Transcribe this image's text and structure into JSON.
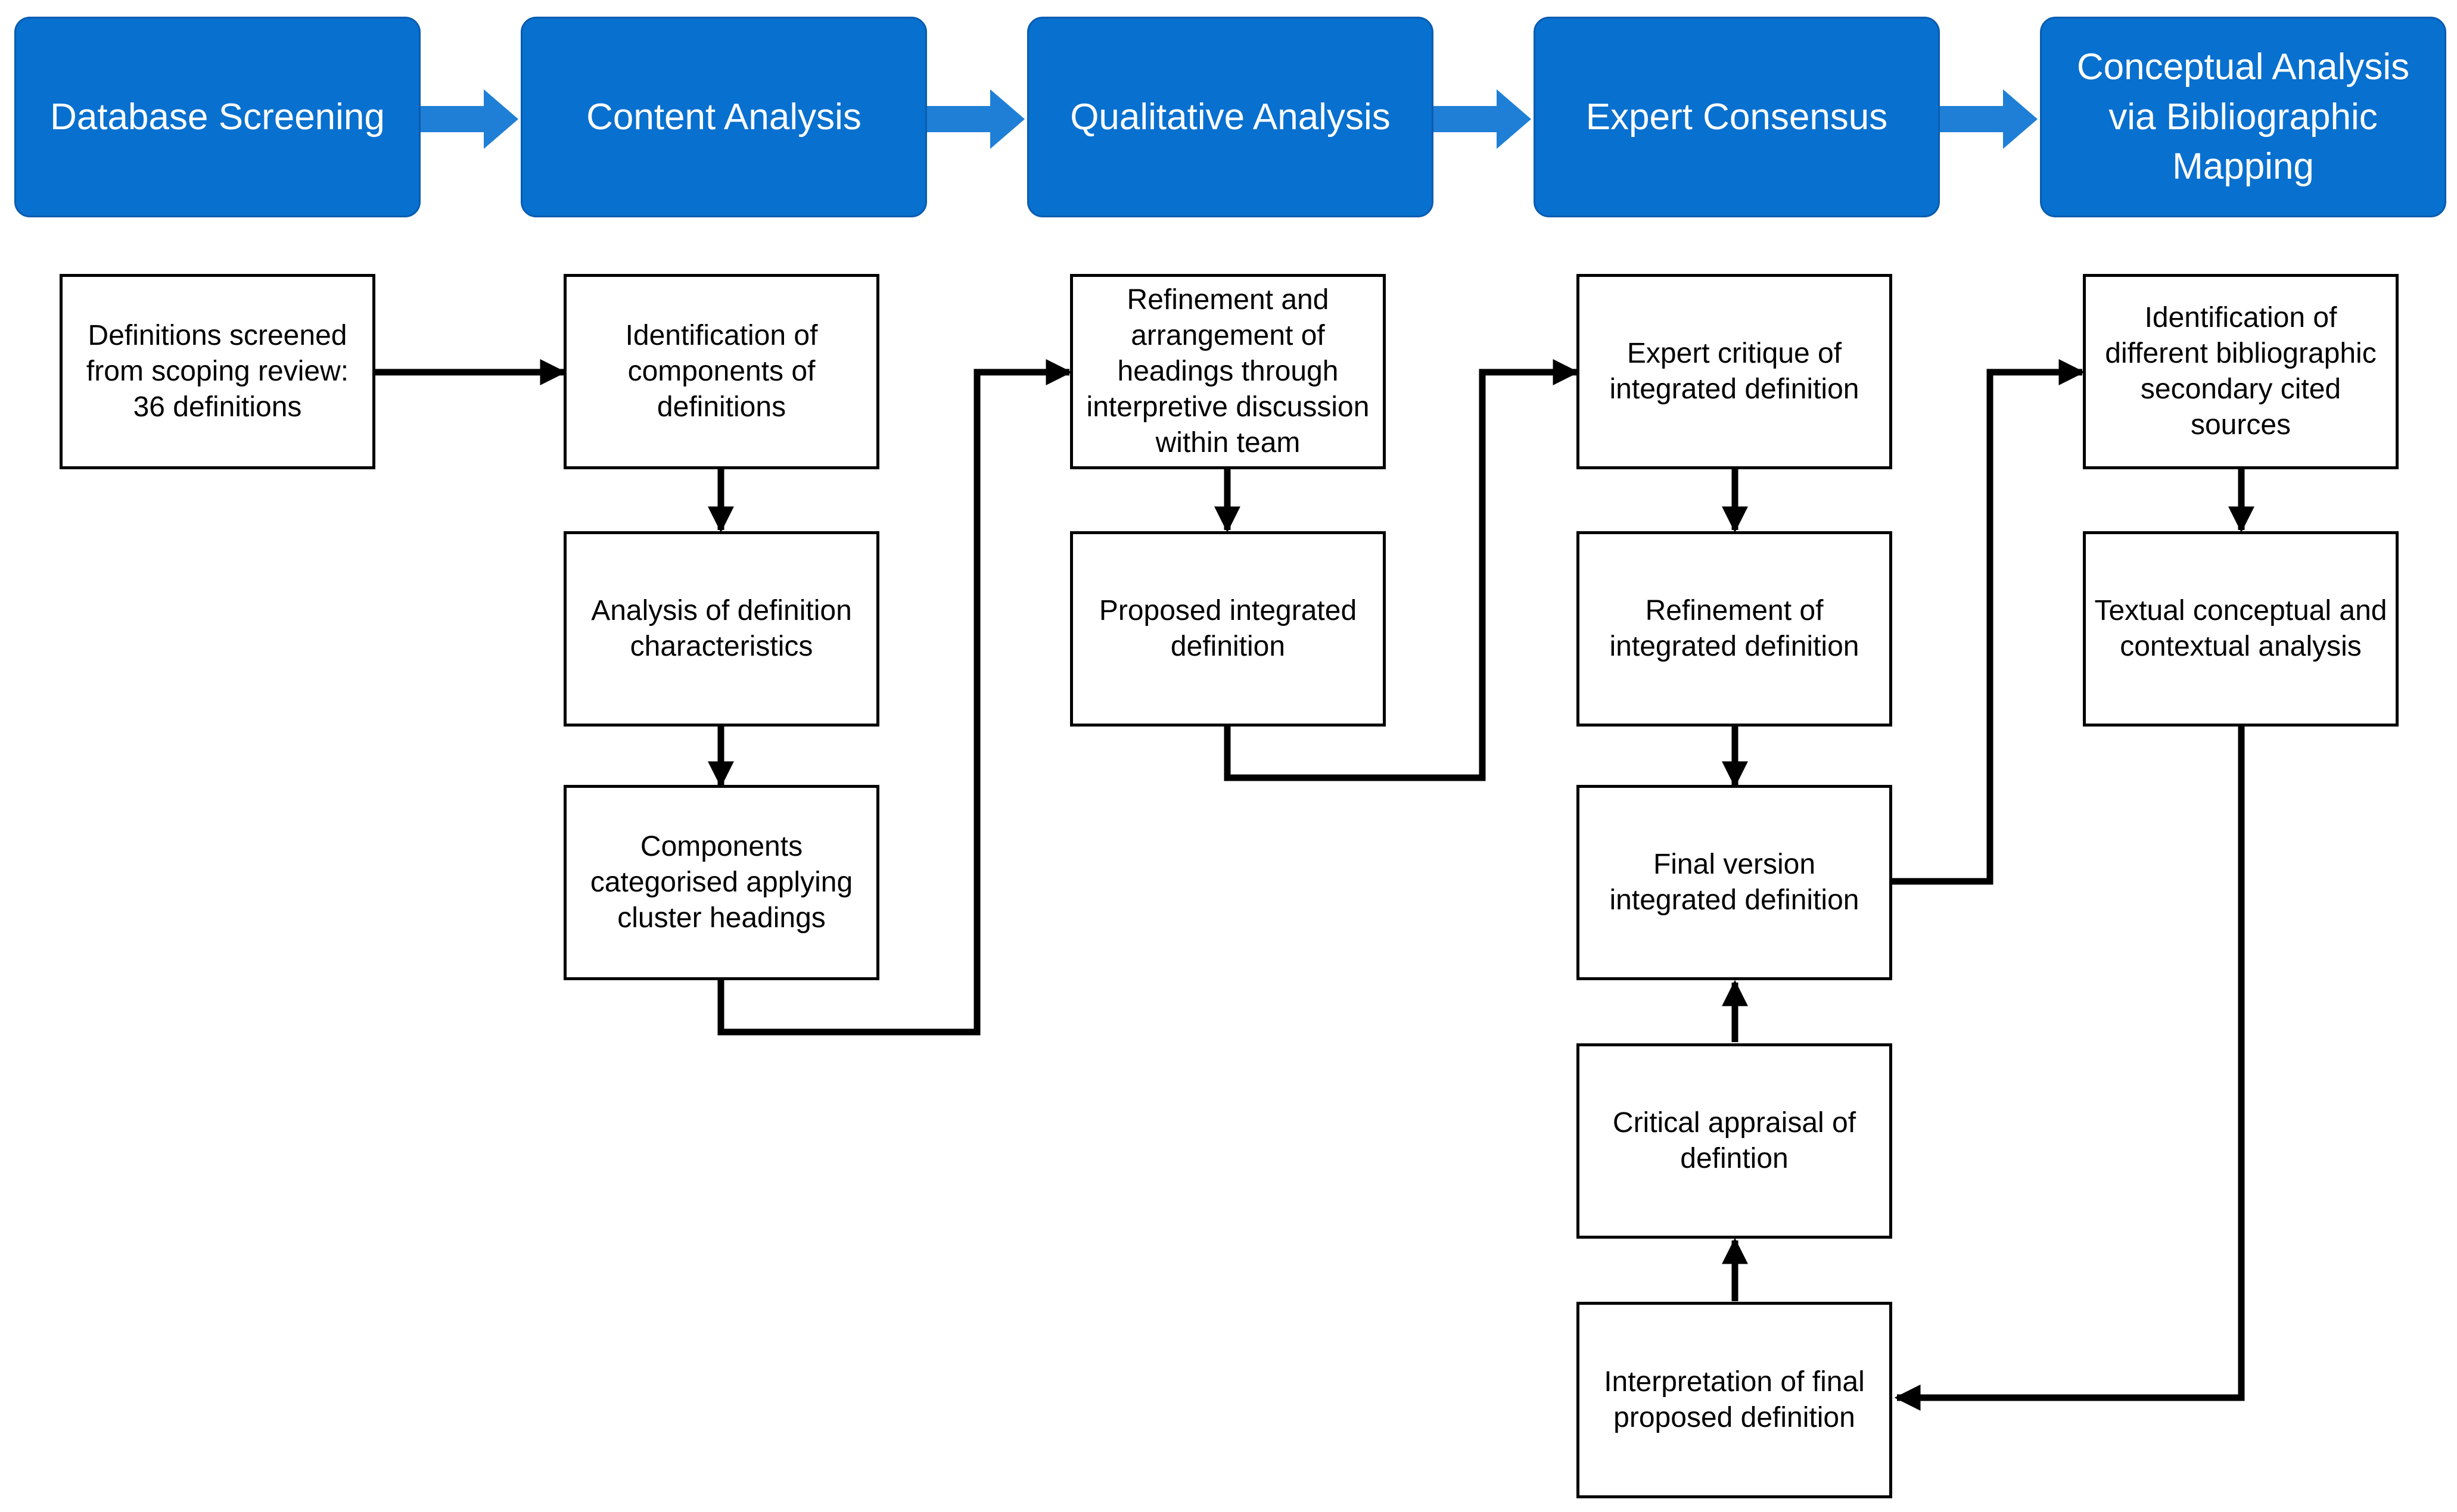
{
  "phases": [
    "Database Screening",
    "Content Analysis",
    "Qualitative Analysis",
    "Expert Consensus",
    "Conceptual Analysis via Bibliographic Mapping"
  ],
  "steps": {
    "defs_screened": "Definitions screened from scoping review: 36 definitions",
    "ident_components": "Identification of components of definitions",
    "analysis_characteristics": "Analysis of definition characteristics",
    "components_categorised": "Components categorised applying cluster headings",
    "refinement_headings": "Refinement and arrangement of headings through interpretive discussion within team",
    "proposed_integrated": "Proposed integrated definition",
    "expert_critique": "Expert critique of integrated definition",
    "refinement_integrated": "Refinement of integrated definition",
    "final_version": "Final version integrated definition",
    "critical_appraisal": "Critical appraisal of defintion",
    "interpretation_final": "Interpretation of final proposed definition",
    "ident_bibliographic": "Identification of different bibliographic secondary cited sources",
    "textual_analysis": "Textual conceptual and contextual analysis"
  },
  "colors": {
    "phase_fill": "#0870cf",
    "phase_border": "#0a5cb0",
    "phase_arrow": "#0870cf",
    "connector": "#000000"
  }
}
